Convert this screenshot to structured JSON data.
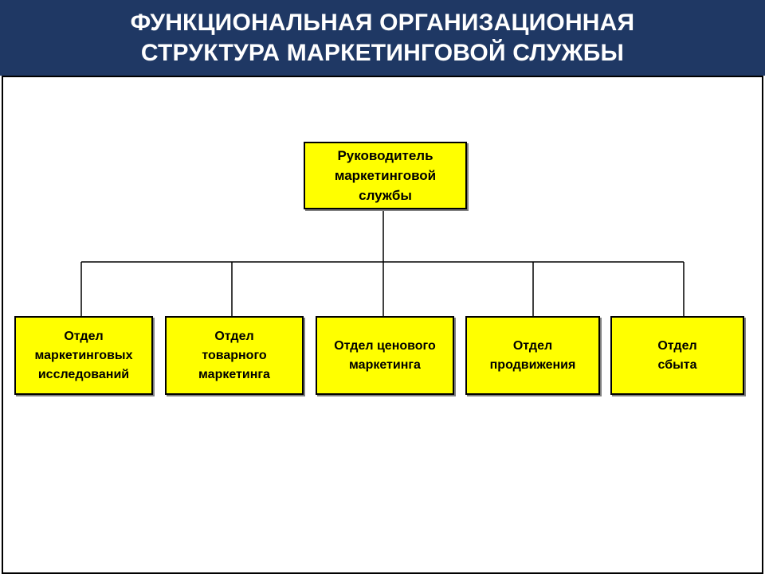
{
  "title": {
    "line1": "ФУНКЦИОНАЛЬНАЯ ОРГАНИЗАЦИОННАЯ",
    "line2": "СТРУКТУРА МАРКЕТИНГОВОЙ СЛУЖБЫ"
  },
  "chart": {
    "head": {
      "lines": [
        "Руководитель",
        "маркетинговой",
        "службы"
      ]
    },
    "departments": [
      {
        "lines": [
          "Отдел",
          "маркетинговых",
          "исследований"
        ]
      },
      {
        "lines": [
          "Отдел",
          "товарного",
          "маркетинга"
        ]
      },
      {
        "lines": [
          "Отдел ценового",
          "маркетинга"
        ]
      },
      {
        "lines": [
          "Отдел",
          "продвижения"
        ]
      },
      {
        "lines": [
          "Отдел",
          "сбыта"
        ]
      }
    ]
  },
  "colors": {
    "title_background": "#1f3864",
    "box_fill": "#ffff00",
    "box_border": "#000000"
  }
}
